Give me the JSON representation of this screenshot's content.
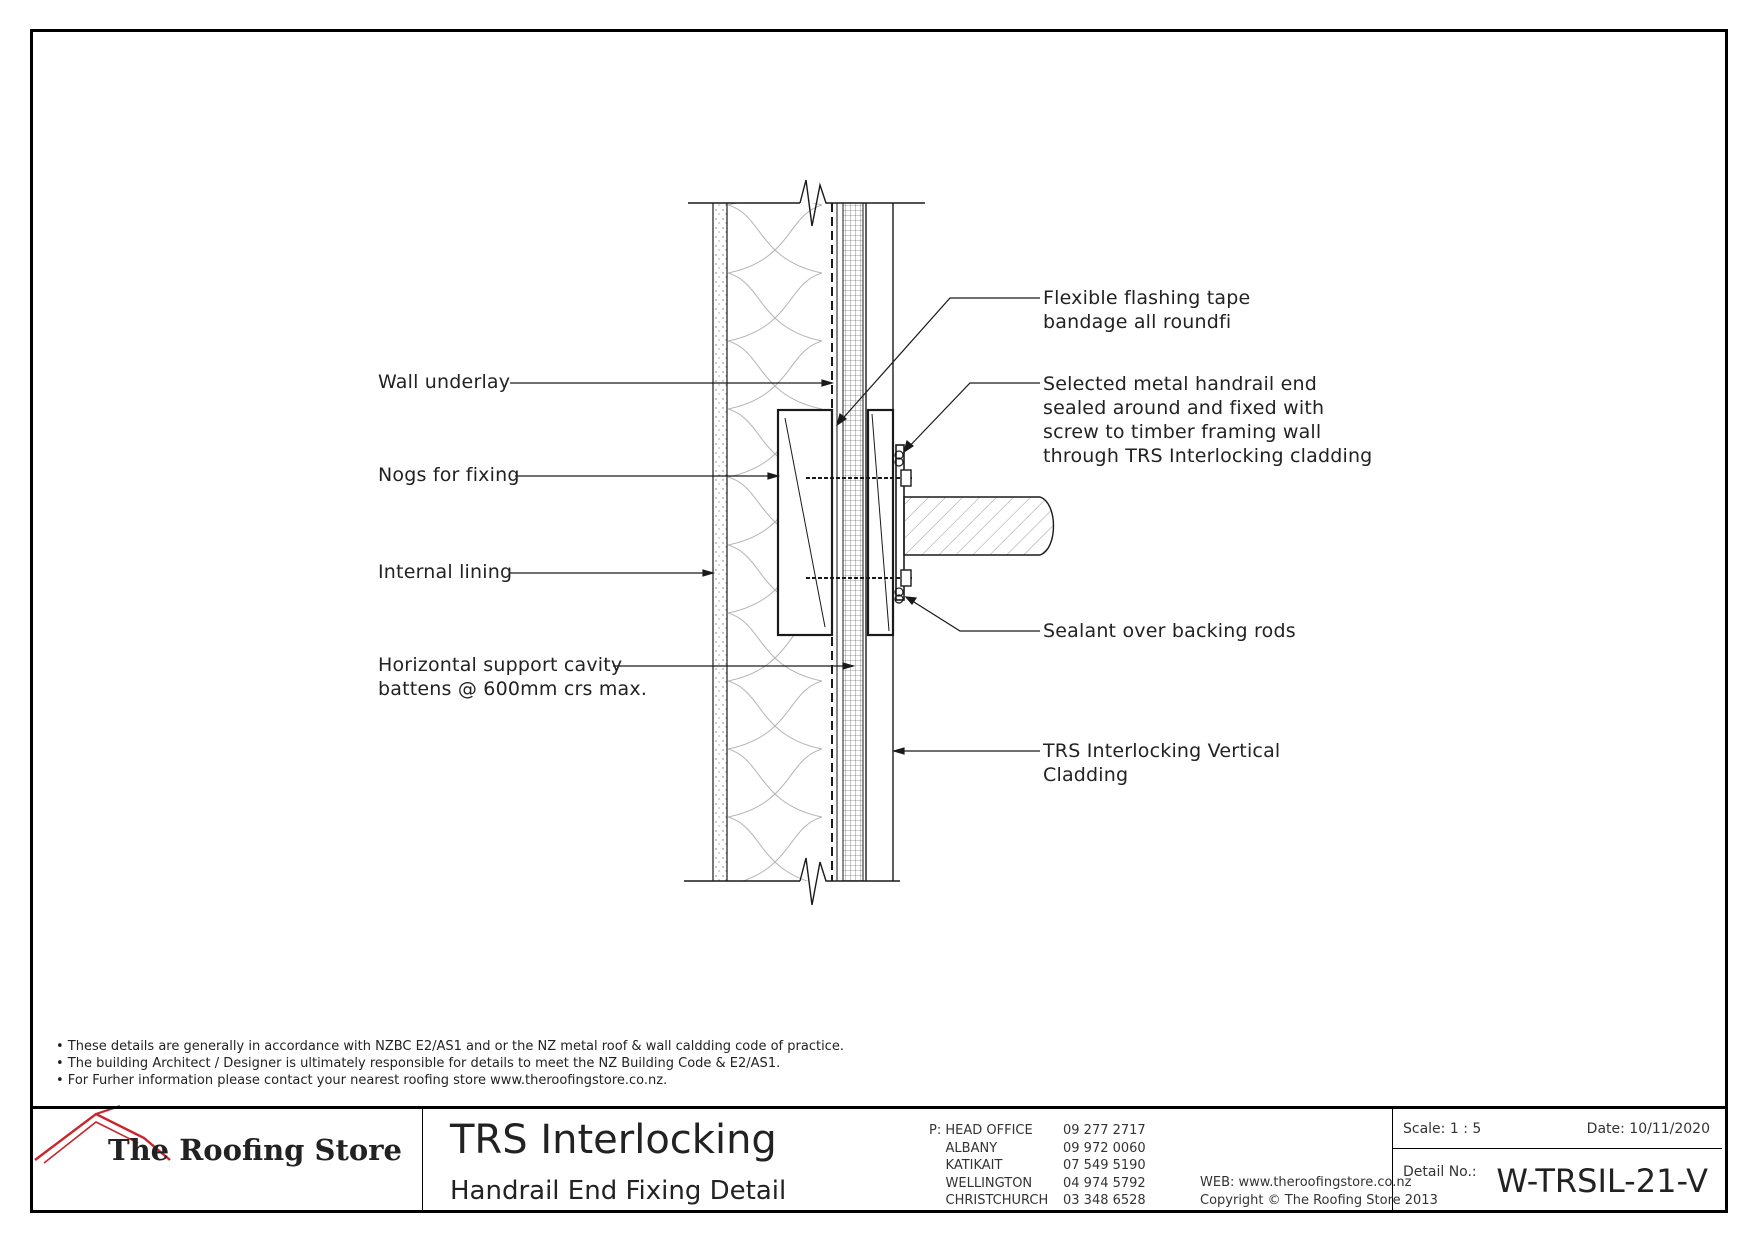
{
  "labels": {
    "wall_underlay": "Wall underlay",
    "nogs": "Nogs for fixing",
    "internal_lining": "Internal lining",
    "horizontal_support": "Horizontal support cavity\nbattens @ 600mm crs max.",
    "flashing_tape": "Flexible flashing tape\nbandage all roundfi",
    "handrail_end": "Selected metal handrail end\nsealed around and fixed with\nscrew to timber framing wall\nthrough TRS Interlocking cladding",
    "sealant": "Sealant over backing rods",
    "cladding": "TRS Interlocking Vertical\nCladding"
  },
  "notes": [
    "• These details are generally in accordance with NZBC E2/AS1 and or the NZ metal roof & wall caldding code of practice.",
    "• The building Architect / Designer is ultimately responsible for details to meet the NZ Building Code & E2/AS1.",
    "• For Furher information please contact your nearest roofing store www.theroofingstore.co.nz."
  ],
  "title_block": {
    "company": "The Roofing Store",
    "title": "TRS Interlocking",
    "subtitle": "Handrail End Fixing Detail",
    "offices": "P: HEAD OFFICE\n    ALBANY\n    KATIKAIT\n    WELLINGTON\n    CHRISTCHURCH",
    "phones": "09 277 2717\n09 972 0060\n07 549 5190\n04 974 5792\n03 348 6528",
    "web": "WEB: www.theroofingstore.co.nz\nCopyright © The Roofing Store 2013",
    "scale": "Scale:  1 : 5",
    "date": "Date: 10/11/2020",
    "detail_no_label": "Detail No.:",
    "detail_no": "W-TRSIL-21-V"
  },
  "colors": {
    "line": "#1a1a1a",
    "logo_red": "#c8262c",
    "insulation": "#9a9a9a"
  }
}
